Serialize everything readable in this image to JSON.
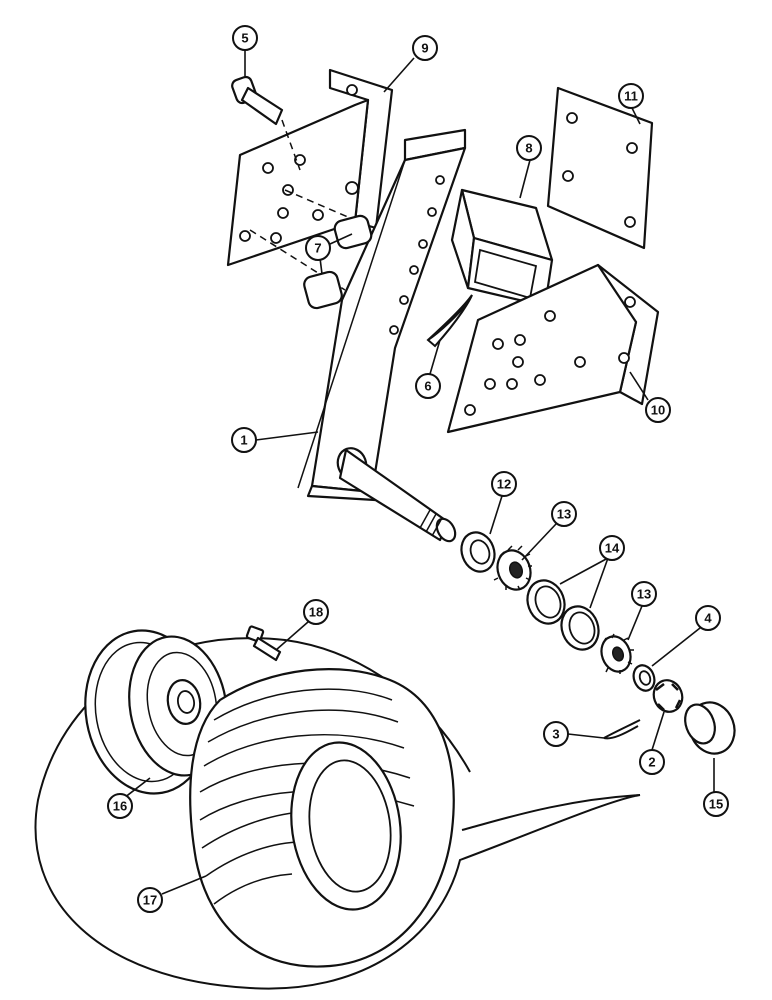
{
  "callouts": [
    {
      "id": "1",
      "label": "1"
    },
    {
      "id": "2",
      "label": "2"
    },
    {
      "id": "3",
      "label": "3"
    },
    {
      "id": "4",
      "label": "4"
    },
    {
      "id": "5",
      "label": "5"
    },
    {
      "id": "6",
      "label": "6"
    },
    {
      "id": "7",
      "label": "7"
    },
    {
      "id": "8",
      "label": "8"
    },
    {
      "id": "9",
      "label": "9"
    },
    {
      "id": "10",
      "label": "10"
    },
    {
      "id": "11",
      "label": "11"
    },
    {
      "id": "12",
      "label": "12"
    },
    {
      "id": "13a",
      "label": "13"
    },
    {
      "id": "13b",
      "label": "13"
    },
    {
      "id": "14",
      "label": "14"
    },
    {
      "id": "15",
      "label": "15"
    },
    {
      "id": "16",
      "label": "16"
    },
    {
      "id": "17",
      "label": "17"
    },
    {
      "id": "18",
      "label": "18"
    }
  ]
}
